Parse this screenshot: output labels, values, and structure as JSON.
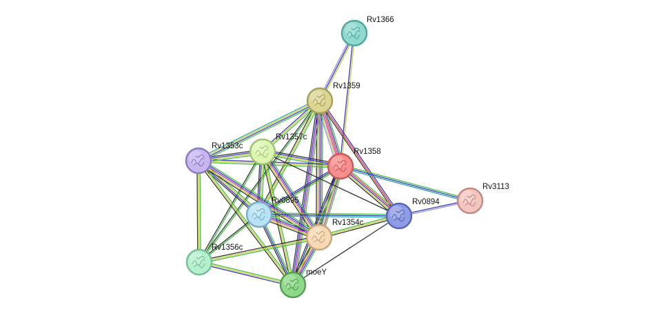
{
  "nodes": [
    {
      "id": "Rv1366",
      "label": "Rv1366",
      "fill": "#8fd9cf",
      "stroke": "#4aa89c"
    },
    {
      "id": "Rv1359",
      "label": "Rv1359",
      "fill": "#dcd593",
      "stroke": "#a6a05a"
    },
    {
      "id": "Rv1358",
      "label": "Rv1358",
      "fill": "#f58e8e",
      "stroke": "#cf5656"
    },
    {
      "id": "Rv1357c",
      "label": "Rv1357c",
      "fill": "#def5b2",
      "stroke": "#9fc374"
    },
    {
      "id": "Rv1353c",
      "label": "Rv1353c",
      "fill": "#c8b6f0",
      "stroke": "#8b79c2"
    },
    {
      "id": "Rv3113",
      "label": "Rv3113",
      "fill": "#f3c6c2",
      "stroke": "#c48680"
    },
    {
      "id": "Rv0894",
      "label": "Rv0894",
      "fill": "#8d9ce4",
      "stroke": "#5866b3"
    },
    {
      "id": "Rv0895",
      "label": "Rv0895",
      "fill": "#b8e2f6",
      "stroke": "#76aac6"
    },
    {
      "id": "Rv1354c",
      "label": "Rv1354c",
      "fill": "#f7d9b5",
      "stroke": "#c8a477"
    },
    {
      "id": "Rv1356c",
      "label": "Rv1356c",
      "fill": "#b4f0cd",
      "stroke": "#74be93"
    },
    {
      "id": "moeY",
      "label": "moeY",
      "fill": "#8fd889",
      "stroke": "#559e50"
    }
  ],
  "edge_colors": {
    "green": "#3fbf3f",
    "blue": "#3333cc",
    "yellow": "#c8c832",
    "red": "#e83030",
    "magenta": "#c030c0",
    "black": "#333333",
    "teal": "#2aa8a0",
    "lilac": "#9090dd"
  },
  "edges": [
    {
      "source": "Rv1366",
      "target": "Rv1359",
      "channels": [
        "yellow",
        "blue",
        "lilac"
      ]
    },
    {
      "source": "Rv1366",
      "target": "Rv1358",
      "channels": [
        "yellow",
        "blue"
      ]
    },
    {
      "source": "Rv1359",
      "target": "Rv1358",
      "channels": [
        "green",
        "blue",
        "red",
        "magenta",
        "yellow",
        "lilac"
      ]
    },
    {
      "source": "Rv1359",
      "target": "Rv1357c",
      "channels": [
        "green",
        "yellow",
        "blue"
      ]
    },
    {
      "source": "Rv1359",
      "target": "Rv1353c",
      "channels": [
        "green",
        "blue",
        "yellow",
        "teal"
      ]
    },
    {
      "source": "Rv1359",
      "target": "Rv0895",
      "channels": [
        "green",
        "yellow",
        "black"
      ]
    },
    {
      "source": "Rv1359",
      "target": "Rv1354c",
      "channels": [
        "green",
        "blue",
        "magenta",
        "yellow",
        "black"
      ]
    },
    {
      "source": "Rv1359",
      "target": "Rv0894",
      "channels": [
        "blue",
        "red",
        "black"
      ]
    },
    {
      "source": "Rv1359",
      "target": "moeY",
      "channels": [
        "green",
        "magenta",
        "blue",
        "black"
      ]
    },
    {
      "source": "Rv1359",
      "target": "Rv1356c",
      "channels": [
        "green",
        "black"
      ]
    },
    {
      "source": "Rv1358",
      "target": "Rv1357c",
      "channels": [
        "green",
        "yellow",
        "blue",
        "black"
      ]
    },
    {
      "source": "Rv1358",
      "target": "Rv1353c",
      "channels": [
        "green",
        "yellow",
        "blue"
      ]
    },
    {
      "source": "Rv1358",
      "target": "Rv0894",
      "channels": [
        "green",
        "red",
        "blue",
        "yellow",
        "black"
      ]
    },
    {
      "source": "Rv1358",
      "target": "Rv3113",
      "channels": [
        "green",
        "blue",
        "teal"
      ]
    },
    {
      "source": "Rv1358",
      "target": "Rv0895",
      "channels": [
        "green",
        "black",
        "blue"
      ]
    },
    {
      "source": "Rv1358",
      "target": "Rv1354c",
      "channels": [
        "green",
        "magenta",
        "yellow",
        "blue",
        "black"
      ]
    },
    {
      "source": "Rv1358",
      "target": "moeY",
      "channels": [
        "green",
        "yellow",
        "blue",
        "black"
      ]
    },
    {
      "source": "Rv1357c",
      "target": "Rv1353c",
      "channels": [
        "green",
        "yellow",
        "blue",
        "black"
      ]
    },
    {
      "source": "Rv1357c",
      "target": "Rv0895",
      "channels": [
        "green",
        "yellow",
        "blue",
        "black"
      ]
    },
    {
      "source": "Rv1357c",
      "target": "Rv1354c",
      "channels": [
        "green",
        "blue",
        "magenta",
        "yellow",
        "black"
      ]
    },
    {
      "source": "Rv1357c",
      "target": "moeY",
      "channels": [
        "green",
        "yellow",
        "black"
      ]
    },
    {
      "source": "Rv1357c",
      "target": "Rv1356c",
      "channels": [
        "green",
        "black"
      ]
    },
    {
      "source": "Rv1357c",
      "target": "Rv0894",
      "channels": [
        "black"
      ]
    },
    {
      "source": "Rv1353c",
      "target": "Rv0895",
      "channels": [
        "green",
        "yellow",
        "blue",
        "black"
      ]
    },
    {
      "source": "Rv1353c",
      "target": "Rv1354c",
      "channels": [
        "green",
        "blue",
        "magenta",
        "yellow",
        "black"
      ]
    },
    {
      "source": "Rv1353c",
      "target": "Rv1356c",
      "channels": [
        "green",
        "yellow",
        "black"
      ]
    },
    {
      "source": "Rv1353c",
      "target": "moeY",
      "channels": [
        "green",
        "yellow",
        "black"
      ]
    },
    {
      "source": "Rv0895",
      "target": "Rv0894",
      "channels": [
        "green",
        "blue",
        "teal"
      ]
    },
    {
      "source": "Rv0895",
      "target": "Rv1354c",
      "channels": [
        "green",
        "blue",
        "magenta",
        "yellow",
        "black"
      ]
    },
    {
      "source": "Rv0895",
      "target": "Rv1356c",
      "channels": [
        "green",
        "black"
      ]
    },
    {
      "source": "Rv0895",
      "target": "moeY",
      "channels": [
        "green",
        "blue",
        "black"
      ]
    },
    {
      "source": "Rv1354c",
      "target": "Rv0894",
      "channels": [
        "green",
        "yellow",
        "black"
      ]
    },
    {
      "source": "Rv1354c",
      "target": "Rv1356c",
      "channels": [
        "green",
        "yellow",
        "black"
      ]
    },
    {
      "source": "Rv1354c",
      "target": "moeY",
      "channels": [
        "green",
        "blue",
        "magenta",
        "yellow",
        "black"
      ]
    },
    {
      "source": "Rv1356c",
      "target": "moeY",
      "channels": [
        "green",
        "yellow",
        "blue"
      ]
    },
    {
      "source": "Rv0894",
      "target": "Rv3113",
      "channels": [
        "blue",
        "lilac"
      ]
    },
    {
      "source": "Rv0894",
      "target": "moeY",
      "channels": [
        "black"
      ]
    }
  ]
}
